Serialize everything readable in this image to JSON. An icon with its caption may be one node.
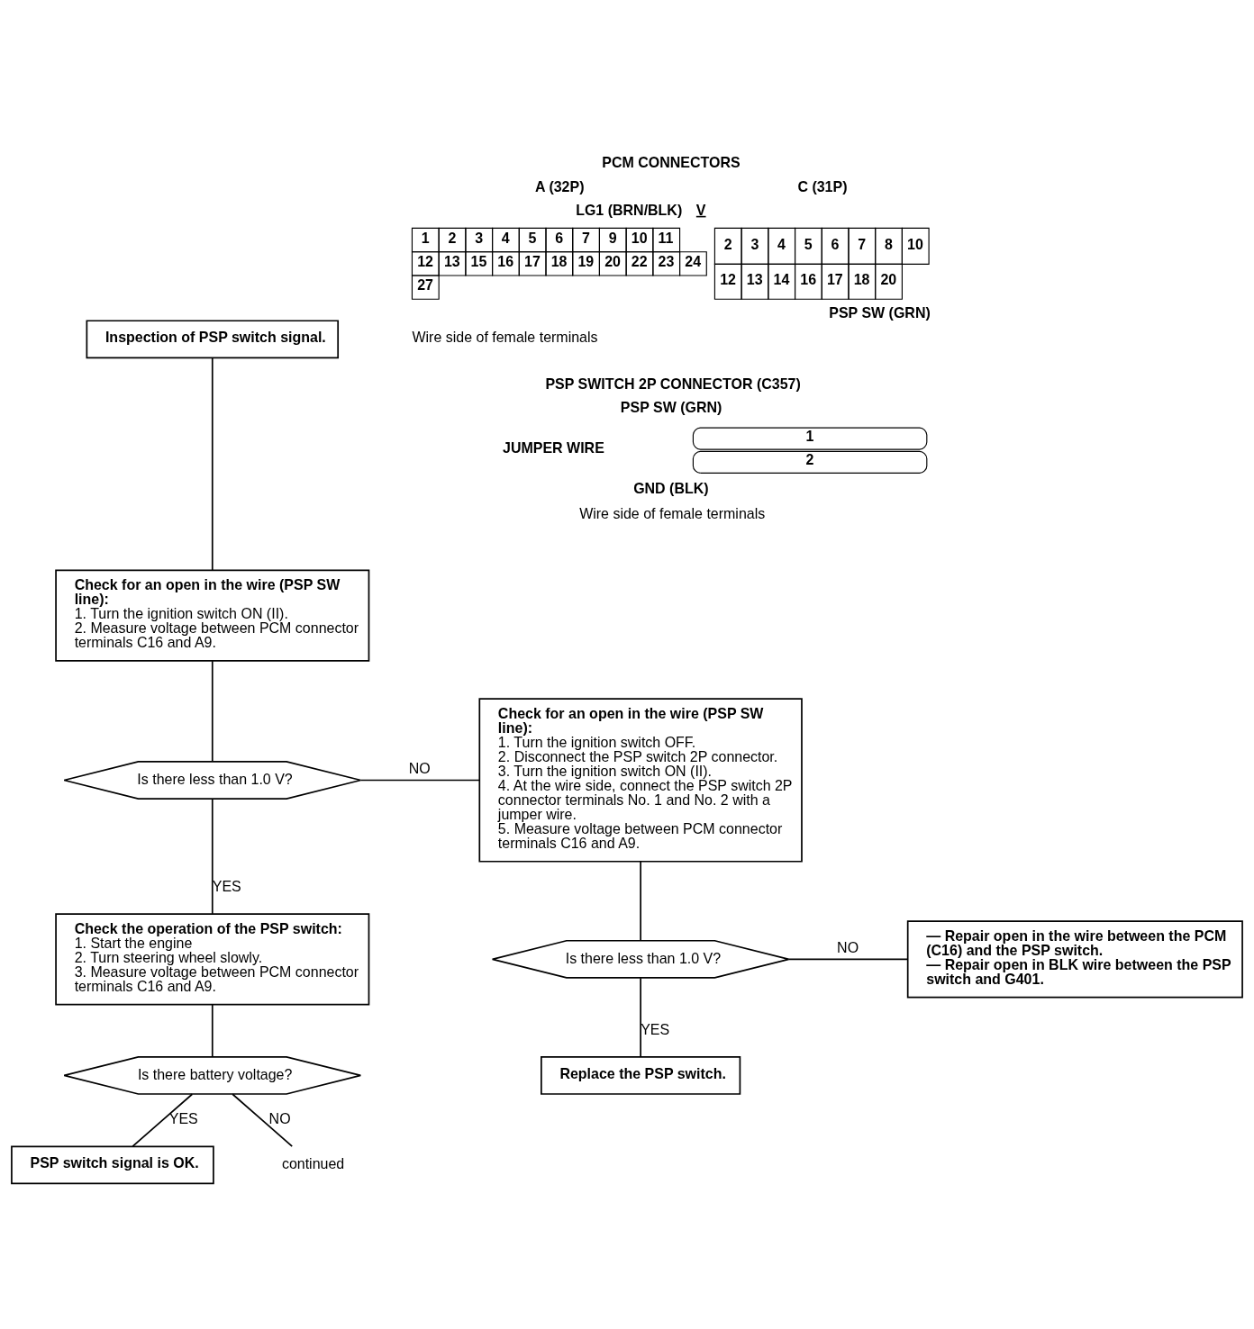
{
  "diagram": {
    "nodes": [
      {
        "text": [
          "Inspection of PSP switch signal."
        ]
      },
      {
        "text": [
          "Check for an open in the wire (PSP SW line):",
          "1. Turn the ignition switch ON (II).",
          "2. Measure voltage between PCM connector terminals C16 and A9."
        ]
      },
      {
        "text": [
          "Is there less than 1.0 V?"
        ]
      },
      {
        "text": [
          "Check for an open in the wire (PSP SW line):",
          "1. Turn the ignition switch OFF.",
          "2. Disconnect the PSP switch 2P connector.",
          "3. Turn the ignition switch ON (II).",
          "4. At the wire side, connect the PSP switch 2P connector terminals No. 1 and No. 2 with a jumper wire.",
          "5. Measure voltage between PCM connector terminals C16 and A9."
        ]
      },
      {
        "text": [
          "Is there less than 1.0 V?"
        ]
      },
      {
        "text": [
          "— Repair open in the wire between the PCM (C16) and the PSP switch.",
          "— Repair open in BLK wire between the PSP switch and G401."
        ]
      },
      {
        "text": [
          "Replace the PSP switch."
        ]
      },
      {
        "text": [
          "Check the operation of the PSP switch:",
          "1. Start the engine",
          "2. Turn steering wheel slowly.",
          "3. Measure voltage between PCM connector terminals C16 and A9."
        ]
      },
      {
        "text": [
          "Is there battery voltage?"
        ]
      },
      {
        "text": [
          "PSP switch signal is OK."
        ]
      },
      {
        "text": [
          "continued"
        ]
      }
    ],
    "edges": [
      {
        "from": 0,
        "to": 1,
        "arrow": "none"
      },
      {
        "from": 1,
        "to": 2,
        "arrow": "none"
      },
      {
        "from": 2,
        "to": 3,
        "arrow": "none",
        "label": "NO"
      },
      {
        "from": 2,
        "to": 7,
        "arrow": "none",
        "label": "YES"
      },
      {
        "from": 3,
        "to": 4,
        "arrow": "none"
      },
      {
        "from": 4,
        "to": 5,
        "arrow": "none",
        "label": "NO"
      },
      {
        "from": 4,
        "to": 6,
        "arrow": "none",
        "label": "YES"
      },
      {
        "from": 7,
        "to": 8,
        "arrow": "none"
      },
      {
        "from": 8,
        "to": 9,
        "arrow": "none",
        "label": "YES"
      },
      {
        "from": 8,
        "to": 10,
        "arrow": "none",
        "label": "NO"
      }
    ],
    "labels": [
      "PCM CONNECTORS",
      "A (32P)",
      "C (31P)",
      "LG1 (BRN/BLK)",
      "V",
      "1",
      "2",
      "3",
      "4",
      "5",
      "6",
      "7",
      "9",
      "10",
      "11",
      "12",
      "13",
      "15",
      "16",
      "17",
      "18",
      "19",
      "20",
      "22",
      "23",
      "24",
      "27",
      "2",
      "3",
      "4",
      "5",
      "6",
      "7",
      "8",
      "10",
      "12",
      "13",
      "14",
      "16",
      "17",
      "18",
      "20",
      "PSP SW (GRN)",
      "Wire side of female terminals",
      "PSP SWITCH 2P CONNECTOR (C357)",
      "PSP SW (GRN)",
      "JUMPER WIRE",
      "1",
      "2",
      "GND (BLK)",
      "Wire side of female terminals"
    ]
  }
}
